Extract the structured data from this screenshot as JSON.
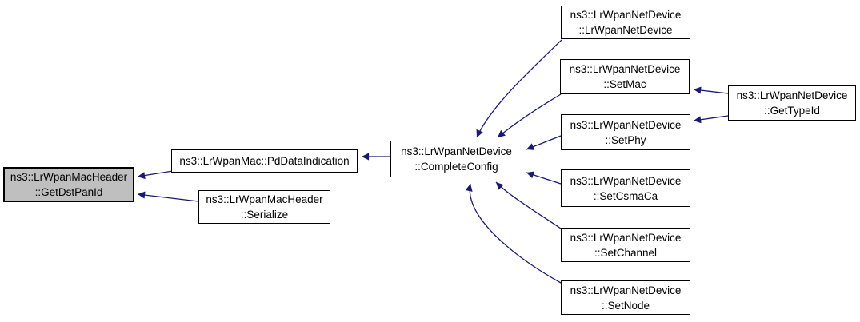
{
  "diagram": {
    "kind": "doxygen-caller-graph",
    "colors": {
      "edge": "#191970",
      "box_border": "#000000",
      "box_fill": "#ffffff",
      "highlight_fill": "#bfbfbf",
      "text": "#000000"
    },
    "nodes": {
      "get_dst_pan_id": {
        "line1": "ns3::LrWpanMacHeader",
        "line2": "::GetDstPanId",
        "highlighted": true
      },
      "pd_data_indication": {
        "line1": "ns3::LrWpanMac::PdDataIndication"
      },
      "serialize": {
        "line1": "ns3::LrWpanMacHeader",
        "line2": "::Serialize"
      },
      "complete_config": {
        "line1": "ns3::LrWpanNetDevice",
        "line2": "::CompleteConfig"
      },
      "constructor": {
        "line1": "ns3::LrWpanNetDevice",
        "line2": "::LrWpanNetDevice"
      },
      "set_mac": {
        "line1": "ns3::LrWpanNetDevice",
        "line2": "::SetMac"
      },
      "set_phy": {
        "line1": "ns3::LrWpanNetDevice",
        "line2": "::SetPhy"
      },
      "set_csma_ca": {
        "line1": "ns3::LrWpanNetDevice",
        "line2": "::SetCsmaCa"
      },
      "set_channel": {
        "line1": "ns3::LrWpanNetDevice",
        "line2": "::SetChannel"
      },
      "set_node": {
        "line1": "ns3::LrWpanNetDevice",
        "line2": "::SetNode"
      },
      "get_type_id": {
        "line1": "ns3::LrWpanNetDevice",
        "line2": "::GetTypeId"
      }
    },
    "edges": [
      {
        "from": "pd_data_indication",
        "to": "get_dst_pan_id"
      },
      {
        "from": "serialize",
        "to": "get_dst_pan_id"
      },
      {
        "from": "complete_config",
        "to": "pd_data_indication"
      },
      {
        "from": "constructor",
        "to": "complete_config"
      },
      {
        "from": "set_mac",
        "to": "complete_config"
      },
      {
        "from": "set_phy",
        "to": "complete_config"
      },
      {
        "from": "set_csma_ca",
        "to": "complete_config"
      },
      {
        "from": "set_channel",
        "to": "complete_config"
      },
      {
        "from": "set_node",
        "to": "complete_config"
      },
      {
        "from": "get_type_id",
        "to": "set_mac"
      },
      {
        "from": "get_type_id",
        "to": "set_phy"
      }
    ]
  }
}
